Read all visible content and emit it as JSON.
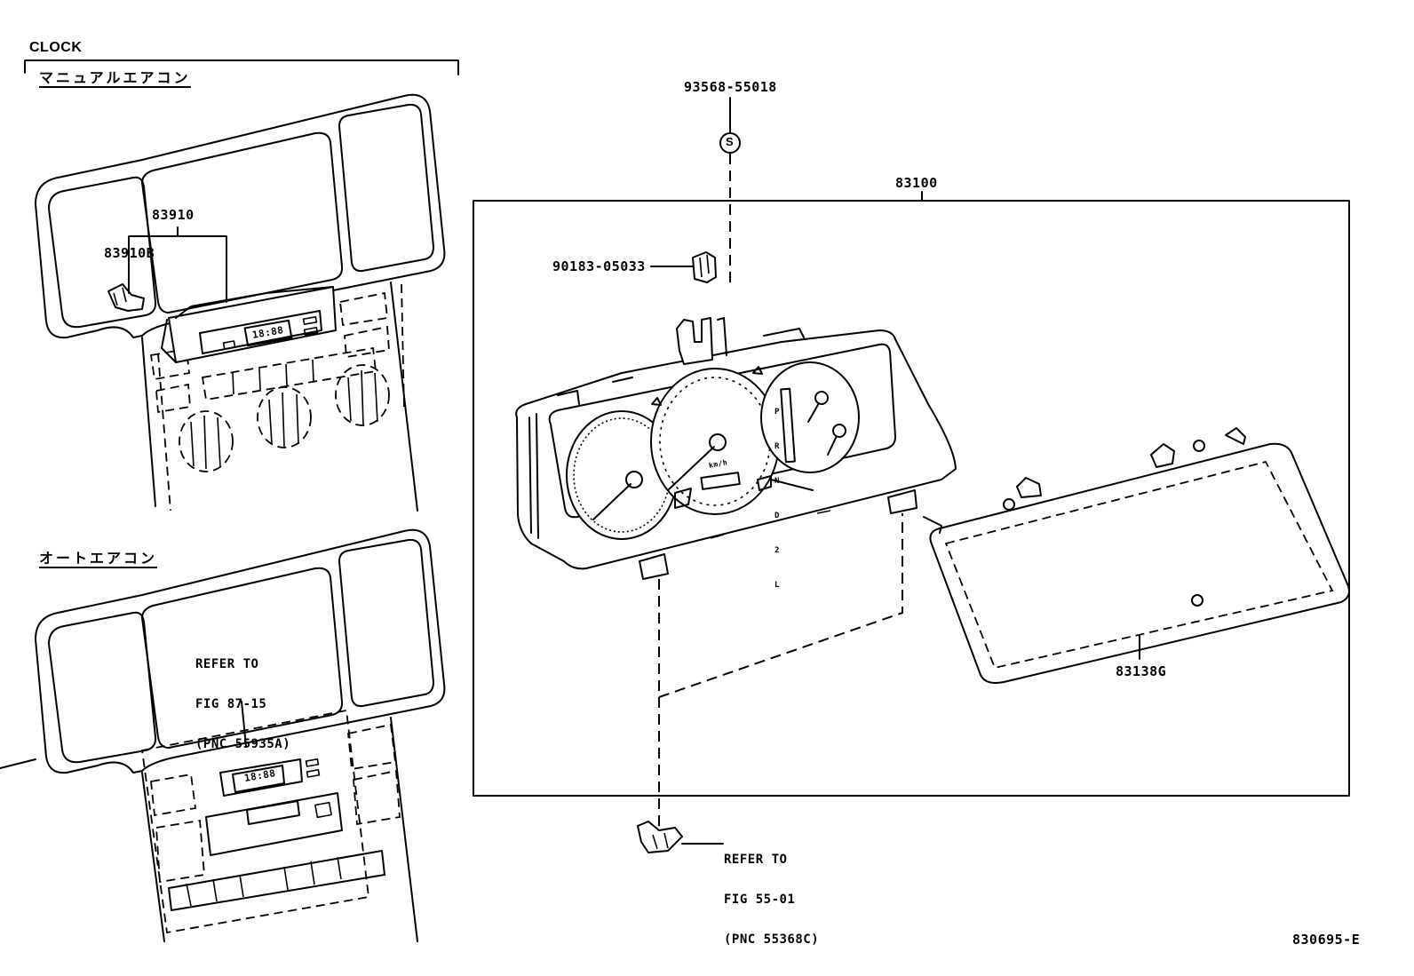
{
  "section": {
    "title": "CLOCK",
    "variant_manual": "マニュアルエアコン",
    "variant_auto": "オートエアコン"
  },
  "callouts": {
    "clock_assy": "83910",
    "clock_sub": "83910B",
    "bolt": "93568-55018",
    "bolt_symbol": "S",
    "clip": "90183-05033",
    "meter_assy": "83100",
    "meter_glass": "83138G"
  },
  "references": {
    "auto_ac_clock": [
      "REFER TO",
      "FIG 87-15",
      "(PNC 55935A)"
    ],
    "meter_bracket": [
      "REFER TO",
      "FIG 55-01",
      "(PNC 55368C)"
    ]
  },
  "displays": {
    "clock_manual": "18:88",
    "clock_auto": "18:88",
    "speed_unit": "km/h",
    "gear_positions": [
      "P",
      "R",
      "N",
      "D",
      "2",
      "L"
    ]
  },
  "figure_id": "830695-E"
}
